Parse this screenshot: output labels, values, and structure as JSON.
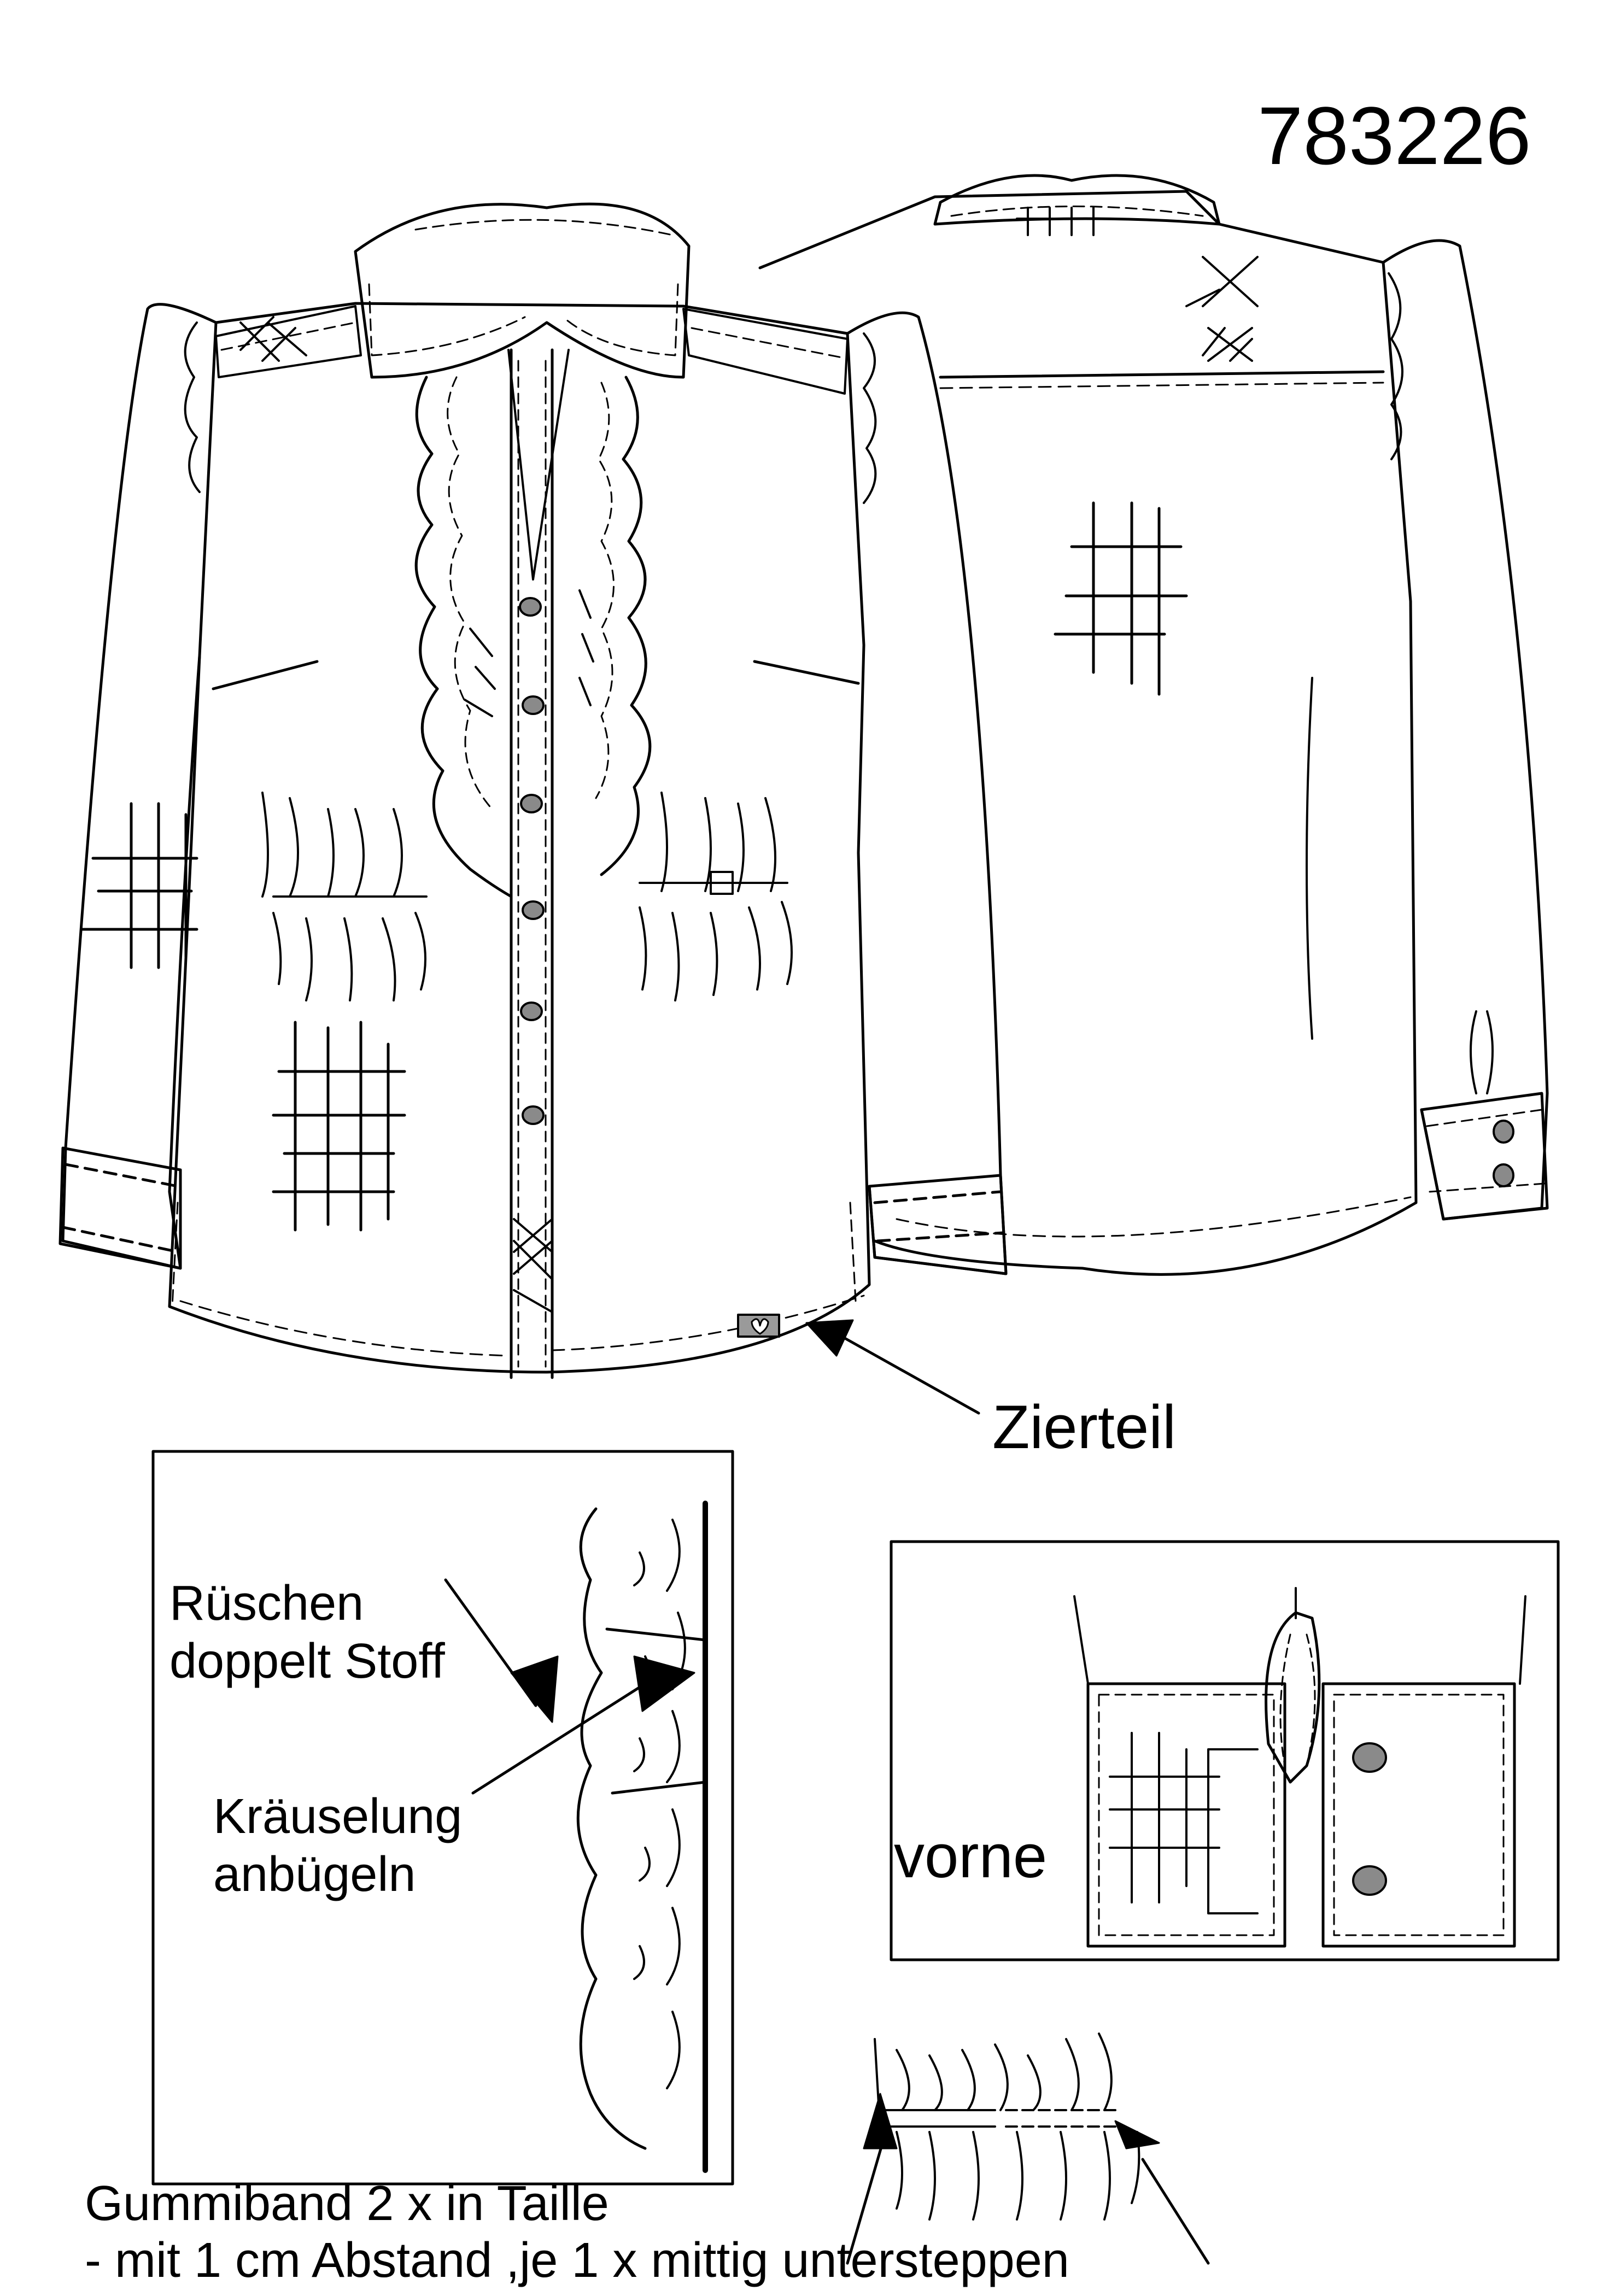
{
  "drawing": {
    "style_number": "783226",
    "labels": {
      "zierteil": "Zierteil",
      "rueschen": "Rüschen\ndoppelt Stoff",
      "kraeuselung": "Kräuselung\nanbügeln",
      "vorne": "vorne",
      "gummiband": "Gummiband 2 x in Taille\n- mit 1 cm Abstand ,je 1 x mittig untersteppen"
    },
    "colors": {
      "ink": "#000000",
      "paper": "#ffffff",
      "button_fill": "#8a8a8a",
      "ornament_fill": "#9a9a9a"
    },
    "views": [
      "front-view",
      "back-view",
      "ruffle-detail",
      "cuff-detail",
      "waist-elastic-detail"
    ]
  }
}
